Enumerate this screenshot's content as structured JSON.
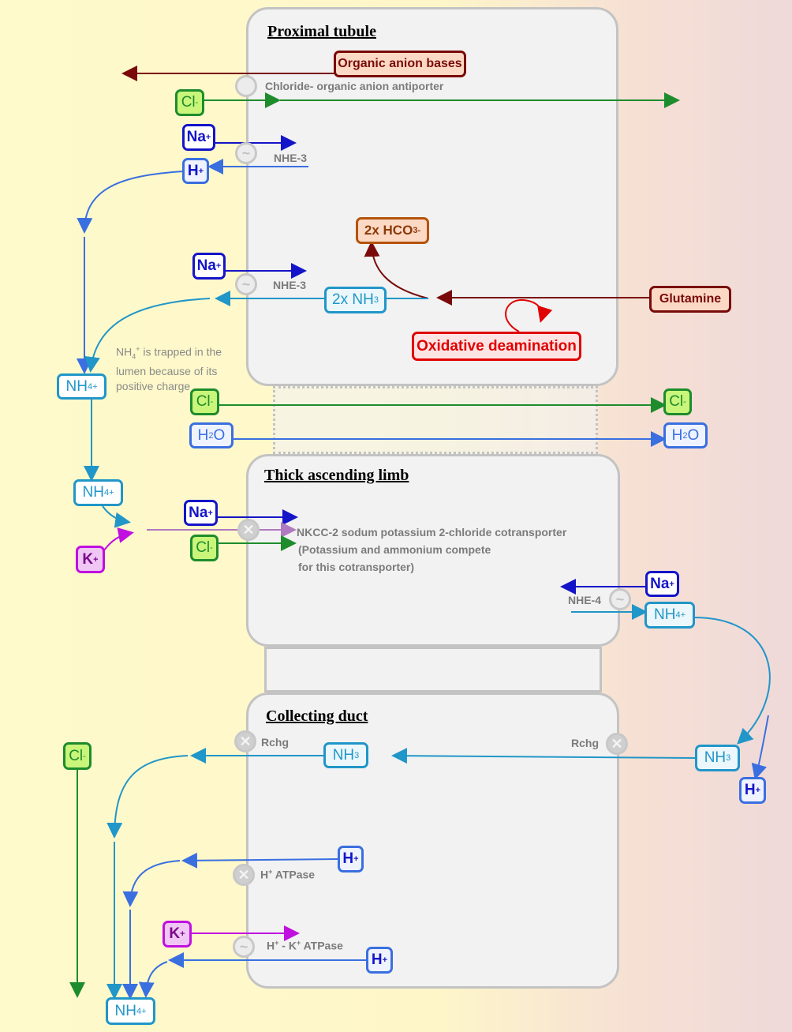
{
  "titles": {
    "proximal": "Proximal tubule",
    "thick": "Thick ascending limb",
    "collecting": "Collecting duct"
  },
  "species": {
    "organic_anion": "Organic anion bases",
    "cl": "Cl",
    "cl_charge": "-",
    "na": "Na",
    "na_charge": "+",
    "h": "H",
    "h_charge": "+",
    "k": "K",
    "k_charge": "+",
    "hco3_prefix": "2x HCO",
    "hco3_sub": "3",
    "hco3_charge": "-",
    "nh3_2x_prefix": "2x NH",
    "nh3": "NH",
    "nh3_sub": "3",
    "nh4": "NH",
    "nh4_sub": "4",
    "nh4_charge": "+",
    "glutamine": "Glutamine",
    "oxidative": "Oxidative deamination",
    "h2o_h": "H",
    "h2o_sub": "2",
    "h2o_o": "O"
  },
  "labels": {
    "antiporter": "Chloride- organic anion antiporter",
    "nhe3": "NHE-3",
    "nhe4": "NHE-4",
    "nkcc_line1": "NKCC-2 sodum potassium 2-chloride cotransporter",
    "nkcc_line2": "(Potassium and ammonium compete",
    "nkcc_line3": "for this cotransporter)",
    "rhcg": "Rchg",
    "h_atpase": "ATPase",
    "hk_atpase_mid": " - K",
    "hk_atpase": "ATPase",
    "trapped_nh": "NH",
    "trapped_sub": "4",
    "trapped_charge": "+",
    "trapped_rest": " is trapped in the lumen because of its positive charge"
  },
  "colors": {
    "green": "#1e8c2c",
    "green_fill": "#c9f57a",
    "navy": "#1414c8",
    "blue": "#3a6fe0",
    "light_blue": "#2196c8",
    "maroon": "#7a0a0a",
    "red": "#e00000",
    "orange": "#b45309",
    "purple": "#c010e0",
    "violet": "#b07ac0"
  },
  "icons": {
    "uniporter": "wave-channel-icon",
    "blocked": "x-channel-icon"
  }
}
